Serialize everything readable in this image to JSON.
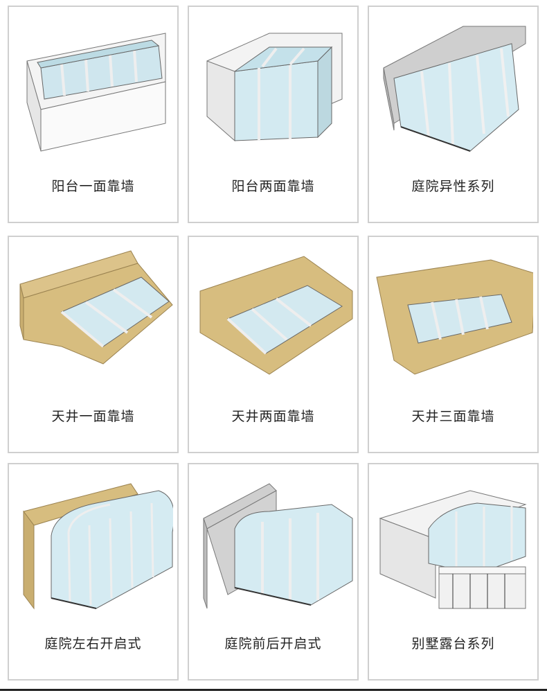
{
  "items": [
    {
      "label": "阳台一面靠墙",
      "icon": "balcony-one-wall-icon"
    },
    {
      "label": "阳台两面靠墙",
      "icon": "balcony-two-wall-icon"
    },
    {
      "label": "庭院异性系列",
      "icon": "courtyard-irregular-icon"
    },
    {
      "label": "天井一面靠墙",
      "icon": "skylight-one-wall-icon"
    },
    {
      "label": "天井两面靠墙",
      "icon": "skylight-two-wall-icon"
    },
    {
      "label": "天井三面靠墙",
      "icon": "skylight-three-wall-icon"
    },
    {
      "label": "庭院左右开启式",
      "icon": "courtyard-side-open-icon"
    },
    {
      "label": "庭院前后开启式",
      "icon": "courtyard-front-back-open-icon"
    },
    {
      "label": "别墅露台系列",
      "icon": "villa-terrace-icon"
    }
  ],
  "colors": {
    "border": "#cfcfcf",
    "glass": "#d6ecf2",
    "frame": "#f2f2f2",
    "brick": "#d7bd7f",
    "wall": "#f1f1f1"
  }
}
